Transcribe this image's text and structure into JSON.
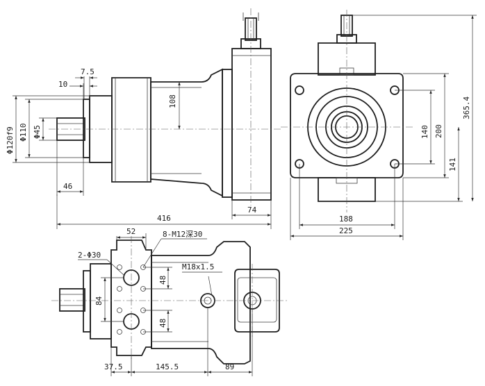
{
  "dimensions": {
    "d_7_5": "7.5",
    "d_10": "10",
    "d_108": "108",
    "d_phi120": "Φ120f9",
    "d_phi110": "Φ110",
    "d_phi45": "Φ45",
    "d_46": "46",
    "d_416": "416",
    "d_74": "74",
    "d_140": "140",
    "d_200": "200",
    "d_141": "141",
    "d_365_4": "365.4",
    "d_188": "188",
    "d_225": "225",
    "d_52": "52",
    "d_8m12": "8-M12深30",
    "d_2phi30": "2-Φ30",
    "d_m18": "M18x1.5",
    "d_48a": "48",
    "d_48b": "48",
    "d_84": "84",
    "d_37_5": "37.5",
    "d_145_5": "145.5",
    "d_89": "89"
  }
}
